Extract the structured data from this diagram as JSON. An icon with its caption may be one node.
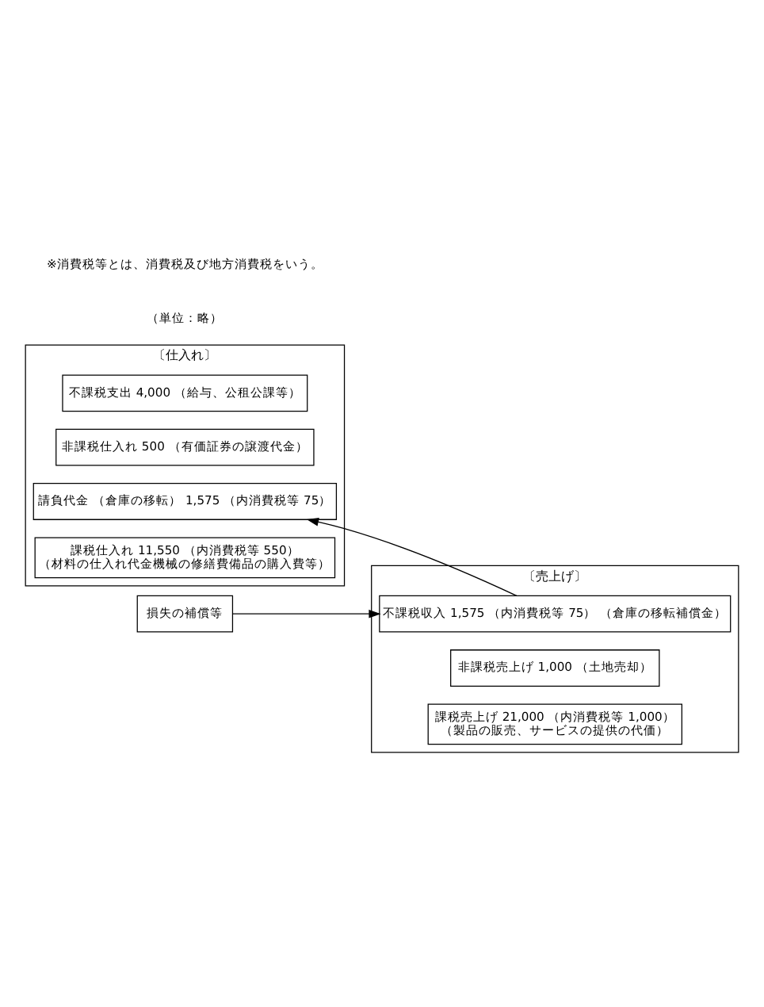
{
  "diagram": {
    "nodes": [
      {
        "text": [
          "〔仕入れ〕"
        ]
      },
      {
        "text": [
          "課税仕入れ 11,550 （内消費税等 550）",
          "（材料の仕入れ代金機械の修繕費備品の購入費等）"
        ],
        "in": 0
      },
      {
        "text": [
          "請負代金 （倉庫の移転） 1,575 （内消費税等 75）"
        ],
        "in": 0
      },
      {
        "text": [
          "非課税仕入れ 500 （有価証券の譲渡代金）"
        ],
        "in": 0
      },
      {
        "text": [
          "不課税支出 4,000 （給与、公租公課等）"
        ],
        "in": 0
      },
      {
        "text": [
          "〔売上げ〕"
        ]
      },
      {
        "text": [
          "課税売上げ 21,000 （内消費税等 1,000）",
          "（製品の販売、サービスの提供の代価）"
        ],
        "in": 5
      },
      {
        "text": [
          "非課税売上げ 1,000 （土地売却）"
        ],
        "in": 5
      },
      {
        "text": [
          "不課税収入 1,575 （内消費税等 75） （倉庫の移転補償金）"
        ],
        "in": 5
      },
      {
        "text": [
          "損失の補償等"
        ]
      }
    ],
    "edges": [
      {
        "from": 8,
        "to": 2,
        "arrow": "to"
      },
      {
        "from": 9,
        "to": 8,
        "arrow": "to"
      }
    ],
    "labels": [
      "（単位：略）",
      "※消費税等とは、消費税及び地方消費税をいう。"
    ]
  }
}
